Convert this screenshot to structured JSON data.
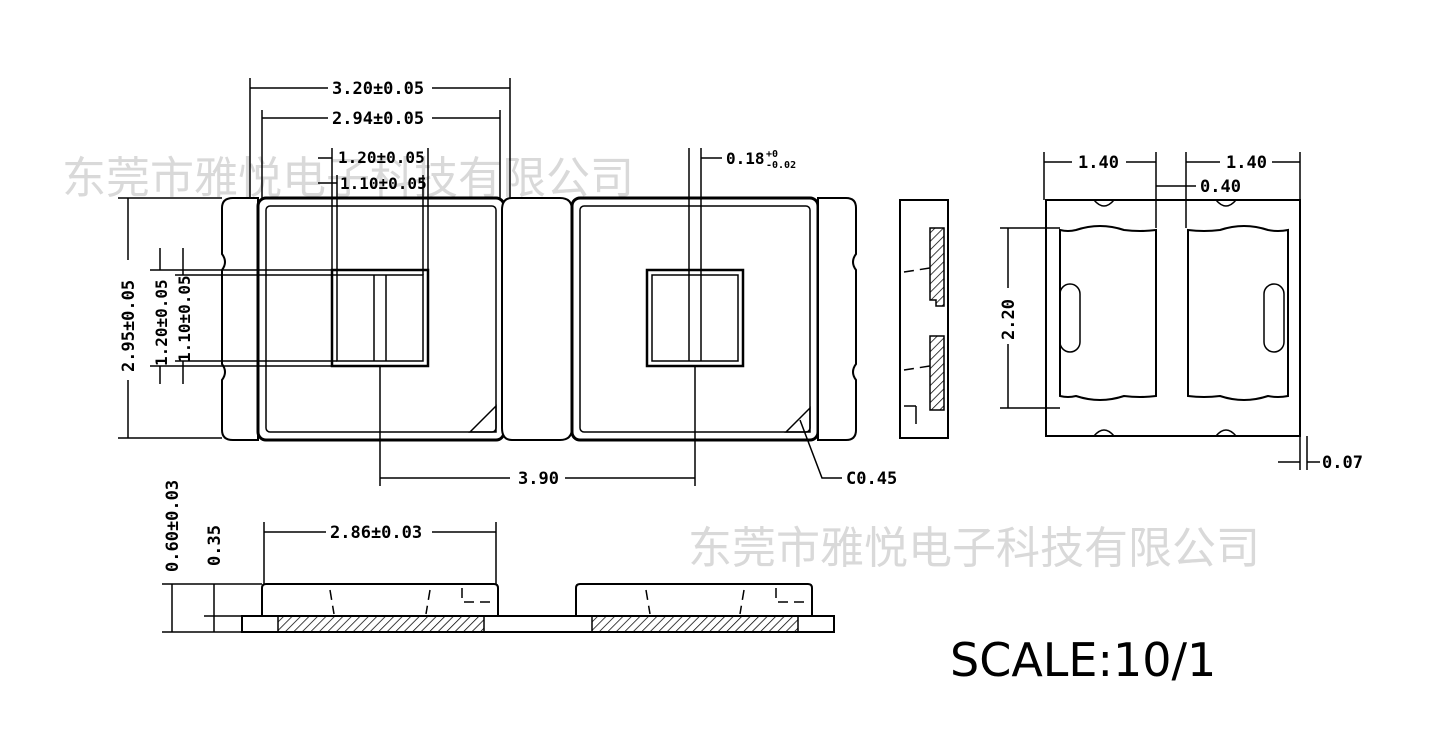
{
  "watermark": {
    "top": "东莞市雅悦电子科技有限公司",
    "bottom": "东莞市雅悦电子科技有限公司"
  },
  "dimensions": {
    "overall_width": "3.20±0.05",
    "inner_width": "2.94±0.05",
    "window_width": "1.20±0.05",
    "window_inner_width": "1.10±0.05",
    "lead_thickness_main": "0.18",
    "lead_thickness_tol_plus": "+0",
    "lead_thickness_tol_minus": "-0.02",
    "overall_height": "2.95±0.05",
    "window_height": "1.20±0.05",
    "window_inner_height": "1.10±0.05",
    "pitch": "3.90",
    "chamfer": "C0.45",
    "pad_width_left": "1.40",
    "pad_width_right": "1.40",
    "pad_gap": "0.40",
    "pad_height": "2.20",
    "pad_offset": "0.07",
    "total_thickness": "0.60±0.03",
    "body_thickness": "0.35",
    "base_width": "2.86±0.03"
  },
  "scale_label": "SCALE:10/1"
}
